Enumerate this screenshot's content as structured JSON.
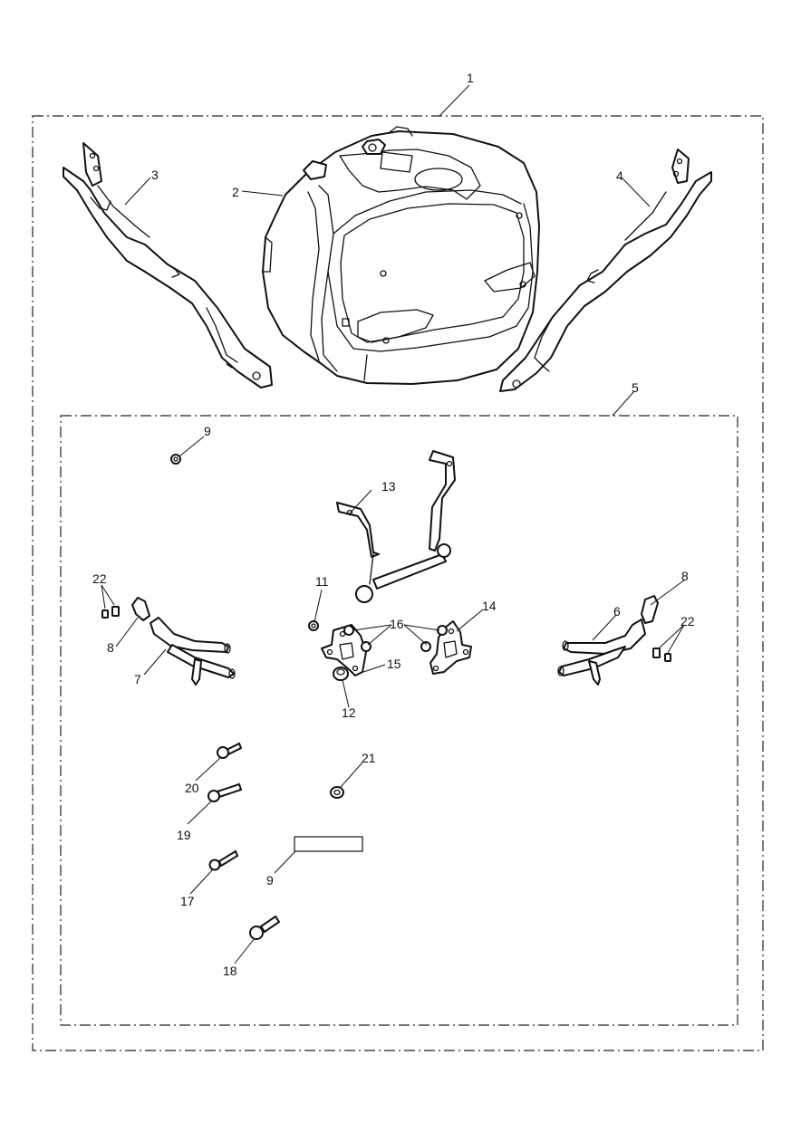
{
  "callouts": {
    "c1": "1",
    "c2": "2",
    "c3": "3",
    "c4": "4",
    "c5": "5",
    "c6": "6",
    "c7": "7",
    "c8a": "8",
    "c8b": "8",
    "c9a": "9",
    "c9b": "9",
    "c11": "11",
    "c12": "12",
    "c13": "13",
    "c14": "14",
    "c15": "15",
    "c16": "16",
    "c17": "17",
    "c18": "18",
    "c19": "19",
    "c20": "20",
    "c21": "21",
    "c22a": "22",
    "c22b": "22"
  }
}
